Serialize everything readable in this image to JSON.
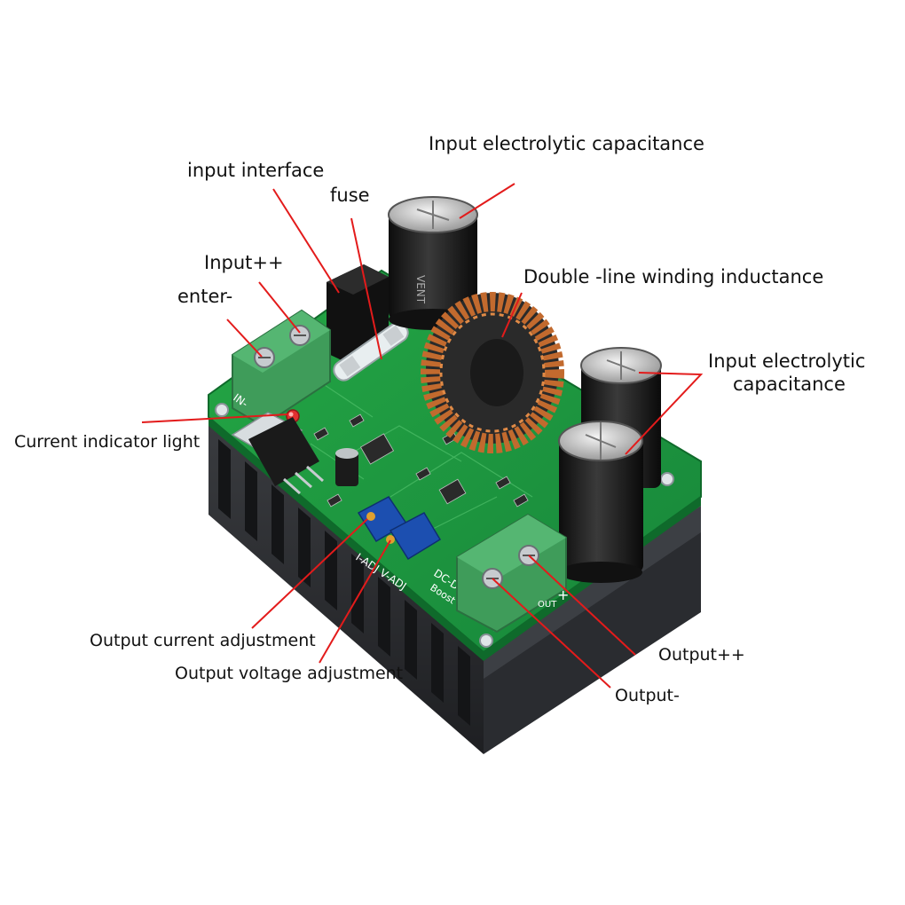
{
  "labels": {
    "input_cap_top": "Input electrolytic capacitance",
    "input_interface": "input interface",
    "fuse": "fuse",
    "input_plus": "Input++",
    "enter_minus": "enter-",
    "inductor": "Double -line winding inductance",
    "input_cap_right_line1": "Input electrolytic",
    "input_cap_right_line2": "capacitance",
    "indicator_light": "Current indicator light",
    "current_adj": "Output current adjustment",
    "voltage_adj": "Output voltage adjustment",
    "output_plus": "Output++",
    "output_minus": "Output-"
  },
  "board_text": {
    "in_marking": "IN-",
    "out_marking": "OUT",
    "plus_marking": "+",
    "module_line1": "DC-DC",
    "module_line2": "Boost Converter",
    "adj_marking": "I-ADJ V-ADJ",
    "cap_brand": "VENT"
  },
  "colors": {
    "pcb": "#1f9a3c",
    "heatsink": "#2b2d30",
    "leader_line": "#e31b1b",
    "terminal": "#3f9c5a",
    "copper": "#c26a2e",
    "potentiometer": "#1c4fb0"
  },
  "icons": {
    "potentiometer": "trimmer-pot-icon",
    "led": "led-icon",
    "capacitor": "electrolytic-capacitor-icon",
    "inductor": "toroid-coil-icon"
  }
}
